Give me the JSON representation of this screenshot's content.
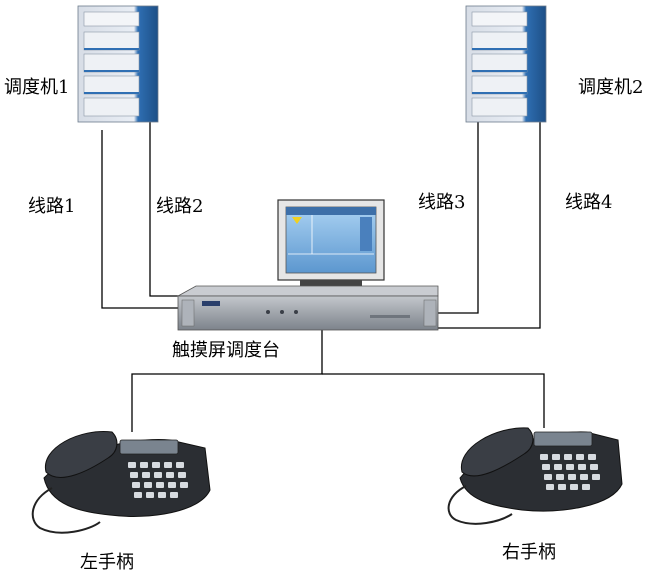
{
  "labels": {
    "dispatcher1": "调度机1",
    "dispatcher2": "调度机2",
    "line1": "线路1",
    "line2": "线路2",
    "line3": "线路3",
    "line4": "线路4",
    "console": "触摸屏调度台",
    "left_handset": "左手柄",
    "right_handset": "右手柄"
  },
  "colors": {
    "line": "#000000",
    "server_blue": "#2f6fb3",
    "server_dark": "#1d4f86",
    "console_body": "#9aa0a8",
    "screen": "#7fb6e6",
    "phone": "#2b2e33"
  }
}
